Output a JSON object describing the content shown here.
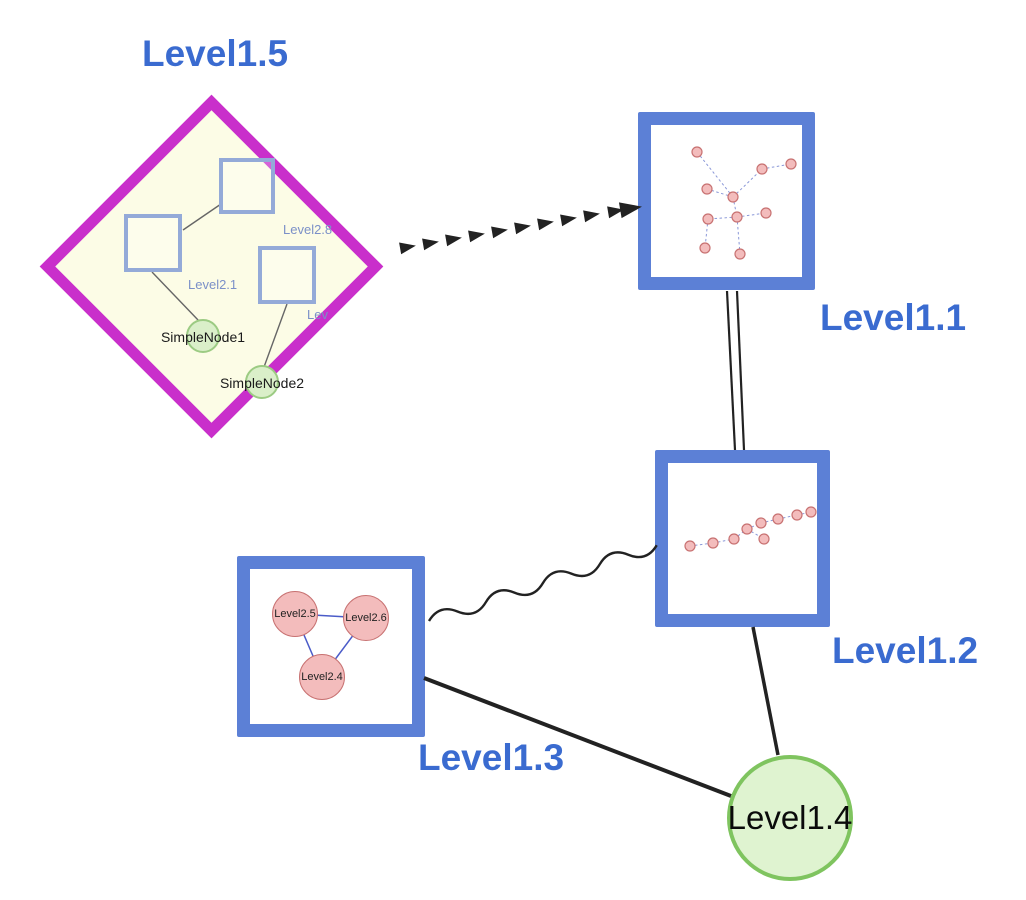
{
  "colors": {
    "label_blue": "#3a6bd0",
    "box_border": "#5c80d6",
    "magenta": "#c92fcb",
    "diamond_fill": "#fcfce6",
    "inner_square_border": "#94aad8",
    "inner_label": "#7b90c8",
    "green_fill": "#daefc9",
    "green_border": "#9ccb83",
    "big_green_fill": "#dff3d0",
    "big_green_border": "#7fc45f",
    "pink_fill": "#f3bcbc",
    "pink_border": "#c87272",
    "mini_edge": "#8a98d8",
    "triangle_edge": "#4a5bc8",
    "edge_black": "#222222"
  },
  "diagram": {
    "level15": {
      "label": "Level1.5",
      "children": {
        "square_top": "Level2.8",
        "square_left": "Level2.1",
        "square_right": "Lev",
        "node1": "SimpleNode1",
        "node2": "SimpleNode2"
      }
    },
    "level11": {
      "label": "Level1.1"
    },
    "level12": {
      "label": "Level1.2"
    },
    "level13": {
      "label": "Level1.3",
      "children": {
        "c1": "Level2.5",
        "c2": "Level2.6",
        "c3": "Level2.4"
      }
    },
    "level14": {
      "label": "Level1.4"
    },
    "edges": [
      {
        "from": "Level1.5",
        "to": "Level1.1",
        "style": "dashed-arrow"
      },
      {
        "from": "Level1.1",
        "to": "Level1.2",
        "style": "double-line"
      },
      {
        "from": "Level1.3",
        "to": "Level1.2",
        "style": "wavy"
      },
      {
        "from": "Level1.3",
        "to": "Level1.4",
        "style": "solid"
      },
      {
        "from": "Level1.2",
        "to": "Level1.4",
        "style": "solid"
      }
    ]
  }
}
